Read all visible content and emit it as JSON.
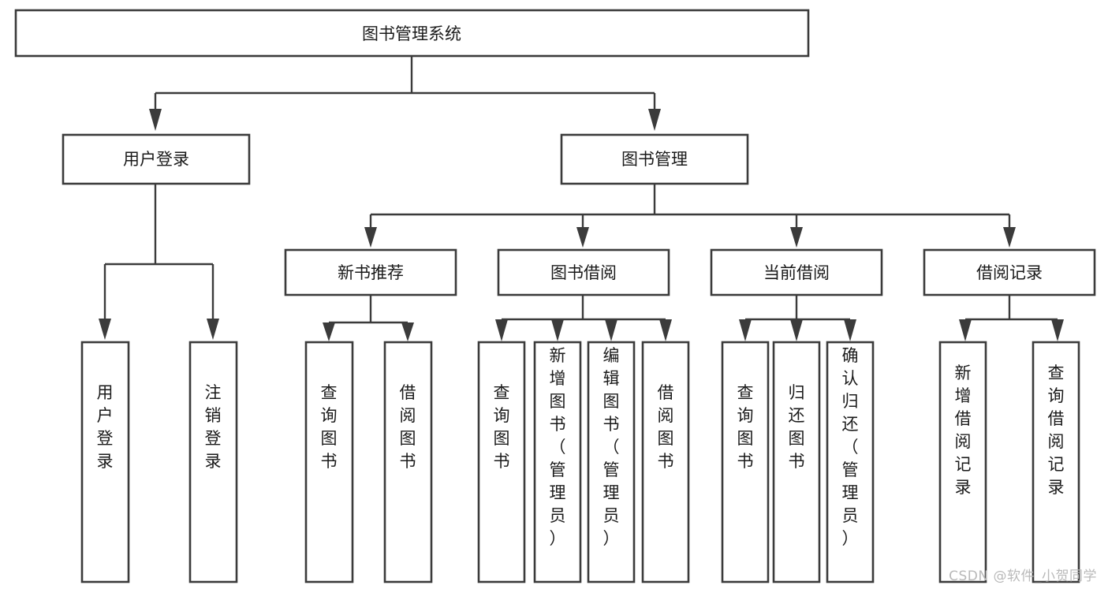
{
  "diagram": {
    "type": "tree",
    "title": "图书管理系统",
    "watermark": "CSDN @软件_小贺同学",
    "colors": {
      "box_stroke": "#3b3b3b",
      "box_fill": "#ffffff",
      "connector": "#3b3b3b",
      "text": "#1a1a1a",
      "watermark": "#b9b9b9",
      "background": "#ffffff"
    },
    "levels": {
      "root": {
        "label": "图书管理系统"
      },
      "level2": [
        {
          "label": "用户登录"
        },
        {
          "label": "图书管理"
        }
      ],
      "level3": [
        {
          "label": "新书推荐"
        },
        {
          "label": "图书借阅"
        },
        {
          "label": "当前借阅"
        },
        {
          "label": "借阅记录"
        }
      ]
    },
    "leaves": {
      "user_login": [
        {
          "label": "用户登录"
        },
        {
          "label": "注销登录"
        }
      ],
      "new_book_recommend": [
        {
          "label": "查询图书"
        },
        {
          "label": "借阅图书"
        }
      ],
      "book_borrow": [
        {
          "label": "查询图书"
        },
        {
          "label": "新增图书（管理员）"
        },
        {
          "label": "编辑图书（管理员）"
        },
        {
          "label": "借阅图书"
        }
      ],
      "current_borrow": [
        {
          "label": "查询图书"
        },
        {
          "label": "归还图书"
        },
        {
          "label": "确认归还（管理员）"
        }
      ],
      "borrow_record": [
        {
          "label": "新增借阅记录"
        },
        {
          "label": "查询借阅记录"
        }
      ]
    }
  }
}
